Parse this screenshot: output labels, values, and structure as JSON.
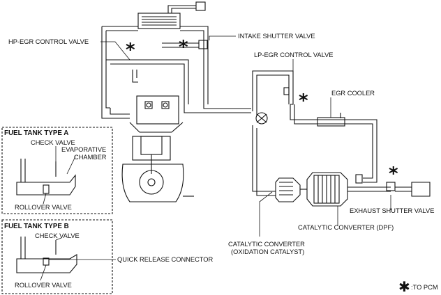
{
  "labels": {
    "hp_egr_control_valve": "HP-EGR CONTROL VALVE",
    "intake_shutter_valve": "INTAKE SHUTTER VALVE",
    "lp_egr_control_valve": "LP-EGR CONTROL VALVE",
    "egr_cooler": "EGR COOLER",
    "exhaust_shutter_valve": "EXHAUST SHUTTER VALVE",
    "catalytic_converter_dpf": "CATALYTIC CONVERTER (DPF)",
    "catalytic_converter_line1": "CATALYTIC CONVERTER",
    "catalytic_converter_line2": "(OXIDATION CATALYST)",
    "quick_release_connector": "QUICK RELEASE CONNECTOR"
  },
  "fuel_tank_a": {
    "title": "FUEL TANK TYPE A",
    "check_valve": "CHECK VALVE",
    "evap_line1": "EVAPORATIVE",
    "evap_line2": "CHAMBER",
    "rollover_valve": "ROLLOVER VALVE"
  },
  "fuel_tank_b": {
    "title": "FUEL TANK TYPE B",
    "check_valve": "CHECK VALVE",
    "rollover_valve": "ROLLOVER VALVE"
  },
  "legend": {
    "symbol": "✱",
    "text": ":TO PCM"
  }
}
